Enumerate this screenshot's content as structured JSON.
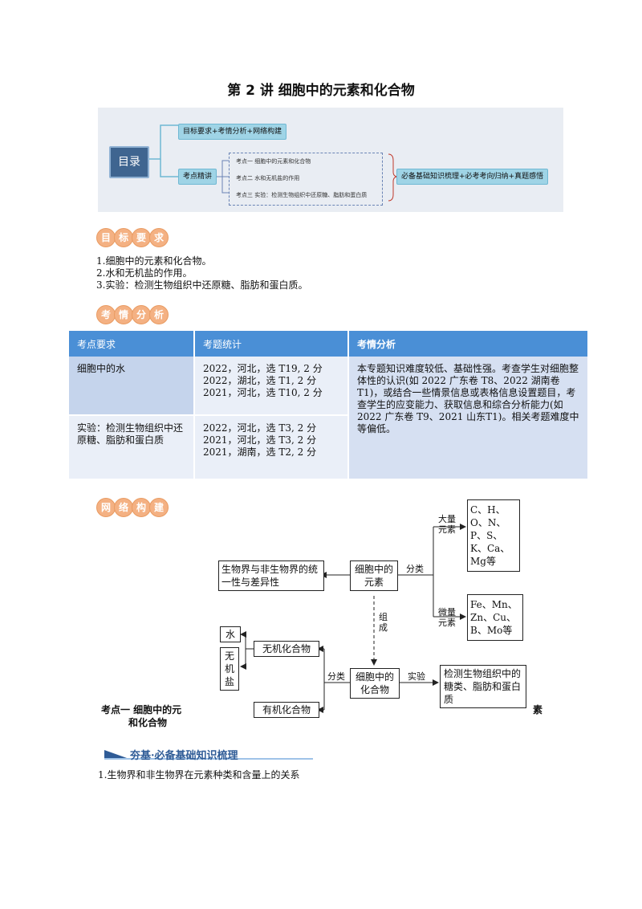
{
  "title": "第 2 讲  细胞中的元素和化合物",
  "toc": {
    "main": "目录",
    "top_item": "目标要求+考情分析+网络构建",
    "mid_item": "考点精讲",
    "sub_items": [
      "考点一 细胞中的元素和化合物",
      "考点二 水和无机盐的作用",
      "考点三 实验：检测生物组织中还原糖、脂肪和蛋白质"
    ],
    "right_item": "必备基础知识梳理+必考考向归纳+真题感悟"
  },
  "goals_badge": [
    "目",
    "标",
    "要",
    "求"
  ],
  "goals": [
    "1.细胞中的元素和化合物。",
    "2.水和无机盐的作用。",
    "3.实验：检测生物组织中还原糖、脂肪和蛋白质。"
  ],
  "analysis_badge": [
    "考",
    "情",
    "分",
    "析"
  ],
  "table": {
    "headers": [
      "考点要求",
      "考题统计",
      "考情分析"
    ],
    "rows": [
      {
        "req": "细胞中的水",
        "stats": [
          "2022，河北，选 T19,   2 分",
          "2022，湖北，选 T1,    2 分",
          "2021，河北，选 T10,   2 分"
        ]
      },
      {
        "req": "实验：检测生物组织中还原糖、脂肪和蛋白质",
        "stats": [
          "2022，河北，选 T3,    2 分",
          "2021，河北，选 T3,    2 分",
          "2021，湖南，选 T2,    2 分"
        ]
      }
    ],
    "analysis": "本专题知识难度较低、基础性强。考查学生对细胞整体性的认识(如 2022 广东卷 T8、2022 湖南卷 T1)，或结合一些情景信息或表格信息设置题目，考查学生的应变能力、获取信息和综合分析能力(如 2022 广东卷 T9、2021 山东T1)。相关考题难度中等偏低。"
  },
  "network_badge": [
    "网",
    "络",
    "构",
    "建"
  ],
  "diagram": {
    "unity": "生物界与非生物界的统一性与差异性",
    "elements": "细胞中的元素",
    "classify": "分类",
    "major": "大量元素",
    "major_list": "C、H、O、N、P、S、K、Ca、Mg等",
    "trace": "微量元素",
    "trace_list": "Fe、Mn、Zn、Cu、B、Mo等",
    "compose": "组成",
    "compounds": "细胞中的化合物",
    "classify2": "分类",
    "experiment": "实验",
    "detect": "检测生物组织中的糖类、脂肪和蛋白质",
    "inorganic": "无机化合物",
    "water": "水",
    "salt": "无机盐",
    "organic": "有机化合物"
  },
  "section_heading_a": "考点一    细胞中的元",
  "section_heading_b": "和化合物",
  "section_heading_c": "素",
  "banner": "夯基·必备基础知识梳理",
  "point1": "1.生物界和非生物界在元素种类和含量上的关系"
}
